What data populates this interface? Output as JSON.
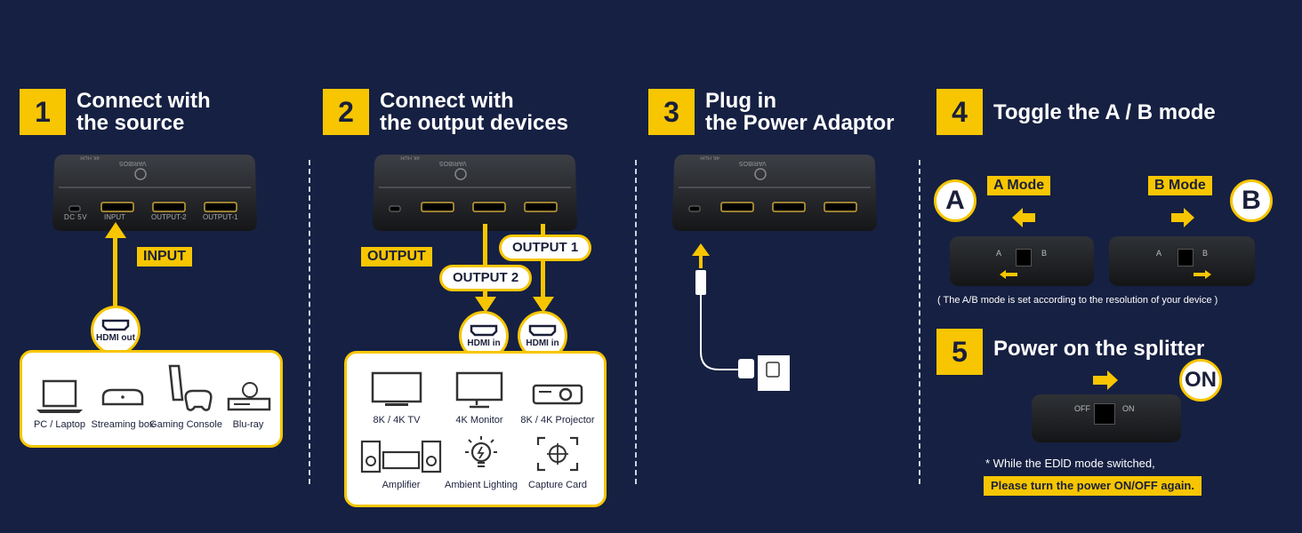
{
  "steps": [
    {
      "num": "1",
      "title_line1": "Connect with",
      "title_line2": "the source"
    },
    {
      "num": "2",
      "title_line1": "Connect with",
      "title_line2": "the output devices"
    },
    {
      "num": "3",
      "title_line1": "Plug in",
      "title_line2": "the Power Adaptor"
    },
    {
      "num": "4",
      "title": "Toggle the A / B mode"
    },
    {
      "num": "5",
      "title": "Power on the splitter"
    }
  ],
  "splitter": {
    "brand": "VARIBOS",
    "badge": "4K HDR",
    "ports": [
      "DC 5V",
      "INPUT",
      "OUTPUT-2",
      "OUTPUT-1"
    ]
  },
  "labels": {
    "input": "INPUT",
    "output": "OUTPUT",
    "output1": "OUTPUT 1",
    "output2": "OUTPUT 2",
    "hdmi_out": "HDMI out",
    "hdmi_in": "HDMI in"
  },
  "source_devices": [
    "PC / Laptop",
    "Streaming box",
    "Gaming Console",
    "Blu-ray"
  ],
  "output_devices": [
    "8K / 4K TV",
    "4K Monitor",
    "8K / 4K Projector",
    "Amplifier",
    "Ambient Lighting",
    "Capture Card"
  ],
  "mode": {
    "a_letter": "A",
    "b_letter": "B",
    "a_label": "A Mode",
    "b_label": "B Mode",
    "switch_a": "A",
    "switch_b": "B",
    "note": "( The A/B mode is set according to the resolution of your device )"
  },
  "power": {
    "on_badge": "ON",
    "off_text": "OFF",
    "on_text": "ON",
    "note": "* While the EDlD mode switched,",
    "highlight": "Please turn the power ON/OFF again."
  },
  "colors": {
    "background": "#162042",
    "accent": "#f7c600"
  }
}
